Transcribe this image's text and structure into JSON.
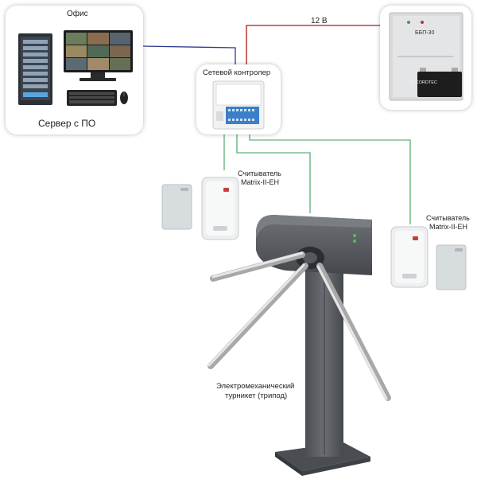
{
  "office": {
    "title": "Офис",
    "server_label": "Сервер с ПО"
  },
  "controller": {
    "title": "Сетевой контролер"
  },
  "power": {
    "voltage_label": "12 В",
    "psu_model": "ББП-30",
    "battery_brand": "ACCORDTEC"
  },
  "readers": [
    {
      "line1": "Считыватель",
      "line2": "Matrix-II-EH"
    },
    {
      "line1": "Считыватель",
      "line2": "Matrix-II-EH"
    }
  ],
  "turnstile": {
    "line1": "Электромеханический",
    "line2": "турникет (трипод)"
  },
  "colors": {
    "data_line": "#2e3a8c",
    "power_line": "#b01818",
    "signal_line": "#3aa05a",
    "turnstile_body": "#5a5e63"
  }
}
